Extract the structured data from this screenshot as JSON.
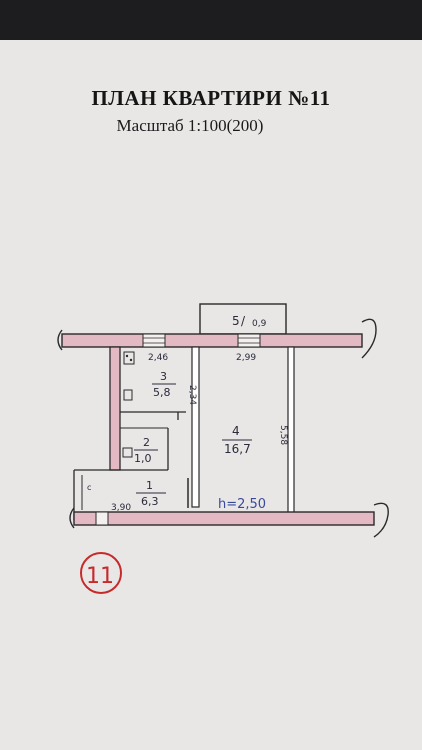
{
  "document": {
    "title": "ПЛАН КВАРТИРИ №11",
    "scale": "Масштаб 1:100(200)"
  },
  "rooms": [
    {
      "number": "1",
      "area": "6,3"
    },
    {
      "number": "2",
      "area": "1,0"
    },
    {
      "number": "3",
      "area": "5,8"
    },
    {
      "number": "4",
      "area": "16,7"
    },
    {
      "number": "5",
      "area": "0,9"
    }
  ],
  "dimensions": {
    "kitchen_width": "2,46",
    "kitchen_depth": "2,34",
    "room_width": "2,99",
    "room_depth": "5,58",
    "hall_width": "3,90",
    "storage_label": "с"
  },
  "ceiling_height": "h=2,50",
  "stamp_number": "11",
  "colors": {
    "wall_fill": "#e3b9c4",
    "wall_stroke": "#2a2a2a",
    "stamp": "#c62a2a",
    "paper": "#e9e7e6",
    "frame": "#1d1d1f"
  }
}
